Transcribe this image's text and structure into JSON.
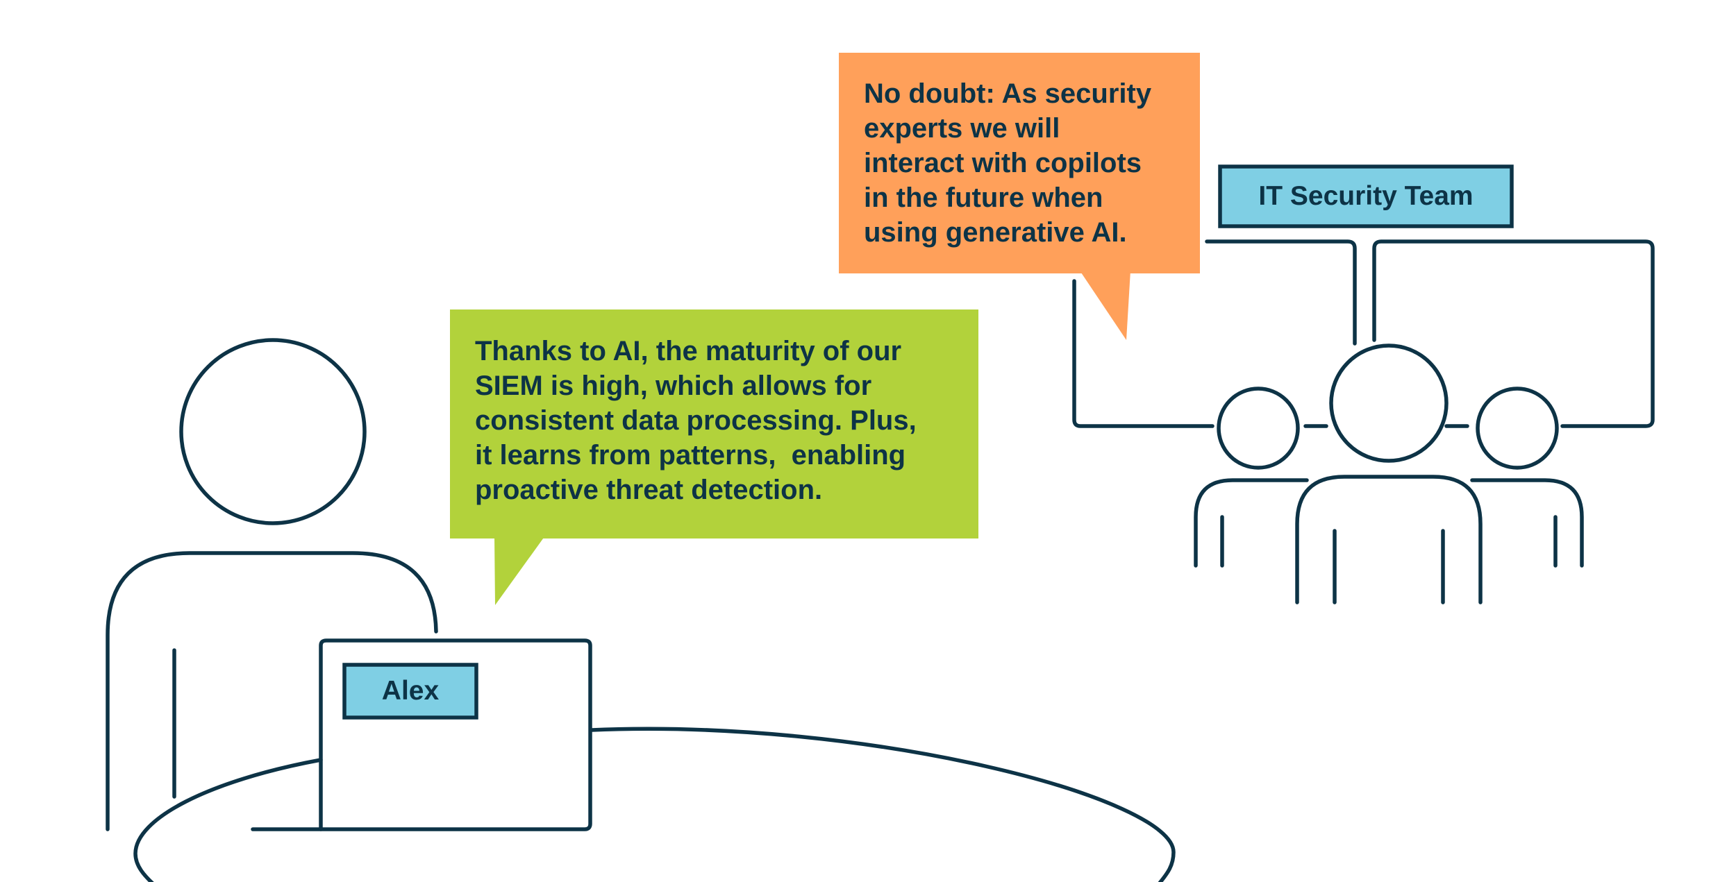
{
  "colors": {
    "outline": "#0d3346",
    "green_bubble": "#b2d23b",
    "orange_bubble": "#ffa05a",
    "name_tag": "#7fcfe4",
    "background": "#ffffff"
  },
  "alex": {
    "name": "Alex",
    "speech": [
      "Thanks to AI, the maturity of our",
      "SIEM is high, which allows for",
      "consistent data processing. Plus,",
      "it learns from patterns,  enabling",
      "proactive threat detection."
    ]
  },
  "team": {
    "name": "IT Security Team",
    "speech": [
      "No doubt: As security",
      "experts we will",
      "interact with copilots",
      "in the future when",
      "using generative AI."
    ]
  }
}
